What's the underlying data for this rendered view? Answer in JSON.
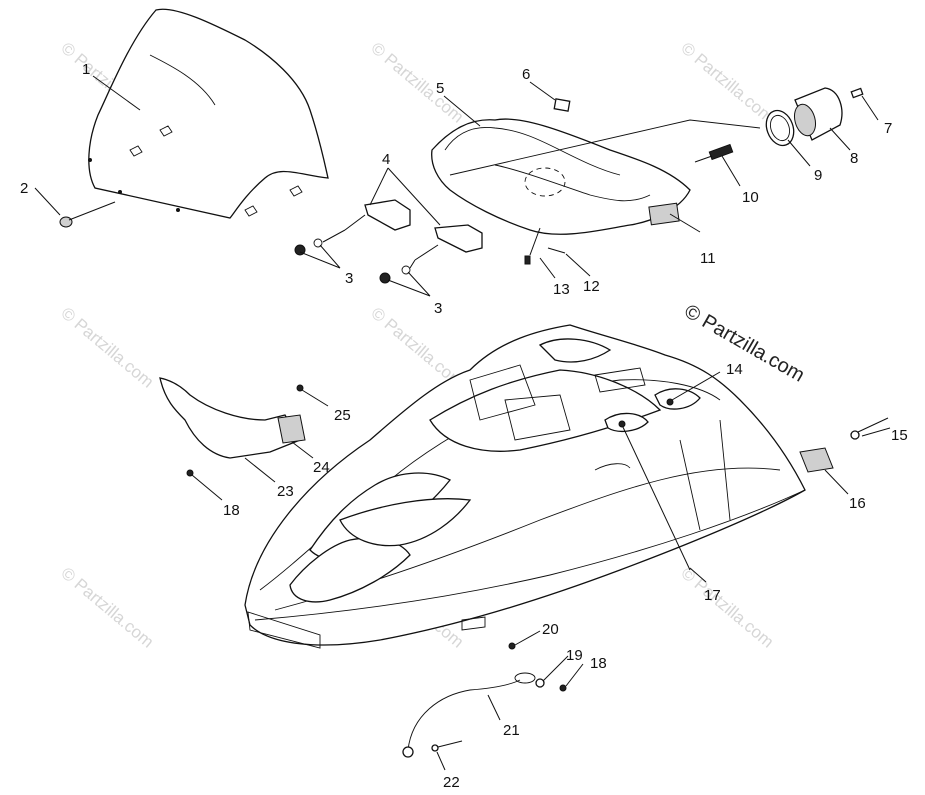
{
  "copyright": "© Partzilla.com",
  "watermark": "© Partzilla.com",
  "callouts": {
    "c1": "1",
    "c2": "2",
    "c3a": "3",
    "c3b": "3",
    "c4": "4",
    "c5": "5",
    "c6": "6",
    "c7": "7",
    "c8": "8",
    "c9": "9",
    "c10": "10",
    "c11": "11",
    "c12": "12",
    "c13": "13",
    "c14": "14",
    "c15": "15",
    "c16": "16",
    "c17": "17",
    "c18a": "18",
    "c18b": "18",
    "c19": "19",
    "c20": "20",
    "c21": "21",
    "c22": "22",
    "c23": "23",
    "c24": "24",
    "c25": "25"
  }
}
